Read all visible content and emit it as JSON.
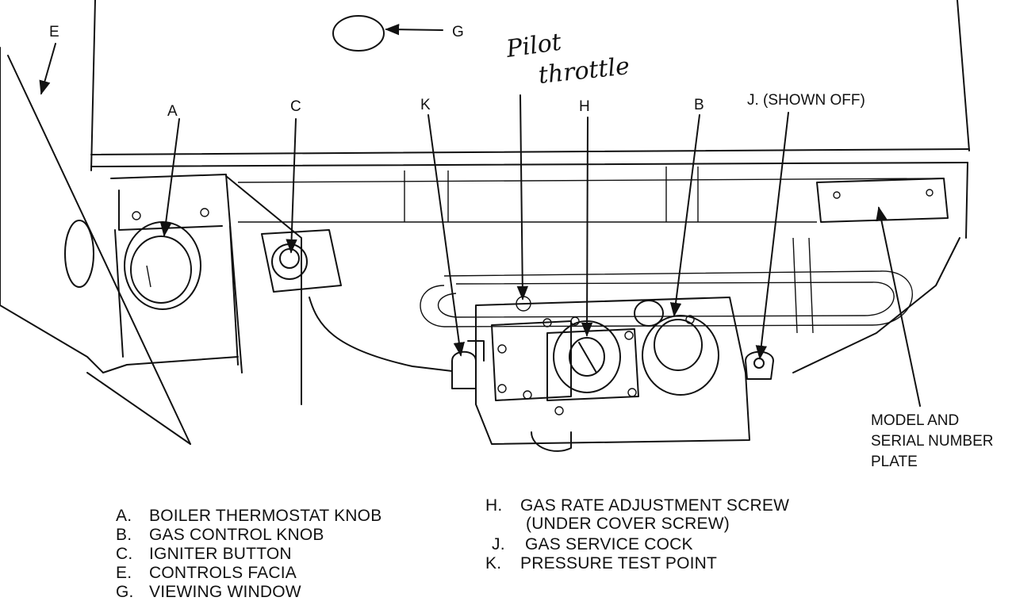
{
  "callouts": {
    "e": "E",
    "g": "G",
    "a": "A",
    "c": "C",
    "k": "K",
    "h": "H",
    "b": "B",
    "j": "J. (SHOWN OFF)",
    "model_line1": "MODEL AND",
    "model_line2": "SERIAL NUMBER",
    "model_line3": "PLATE"
  },
  "handwritten_note": {
    "line1": "Pilot",
    "line2": "throttle"
  },
  "legend_left": [
    {
      "key": "A.",
      "text": "BOILER THERMOSTAT KNOB"
    },
    {
      "key": "B.",
      "text": "GAS CONTROL KNOB"
    },
    {
      "key": "C.",
      "text": "IGNITER BUTTON"
    },
    {
      "key": "E.",
      "text": "CONTROLS FACIA"
    },
    {
      "key": "G.",
      "text": "VIEWING WINDOW"
    }
  ],
  "legend_right": [
    {
      "key": "H.",
      "text": "GAS RATE ADJUSTMENT SCREW"
    },
    {
      "key": "",
      "text": "(UNDER COVER SCREW)"
    },
    {
      "key": "J.",
      "text": "GAS SERVICE COCK"
    },
    {
      "key": "K.",
      "text": "PRESSURE TEST POINT"
    }
  ]
}
